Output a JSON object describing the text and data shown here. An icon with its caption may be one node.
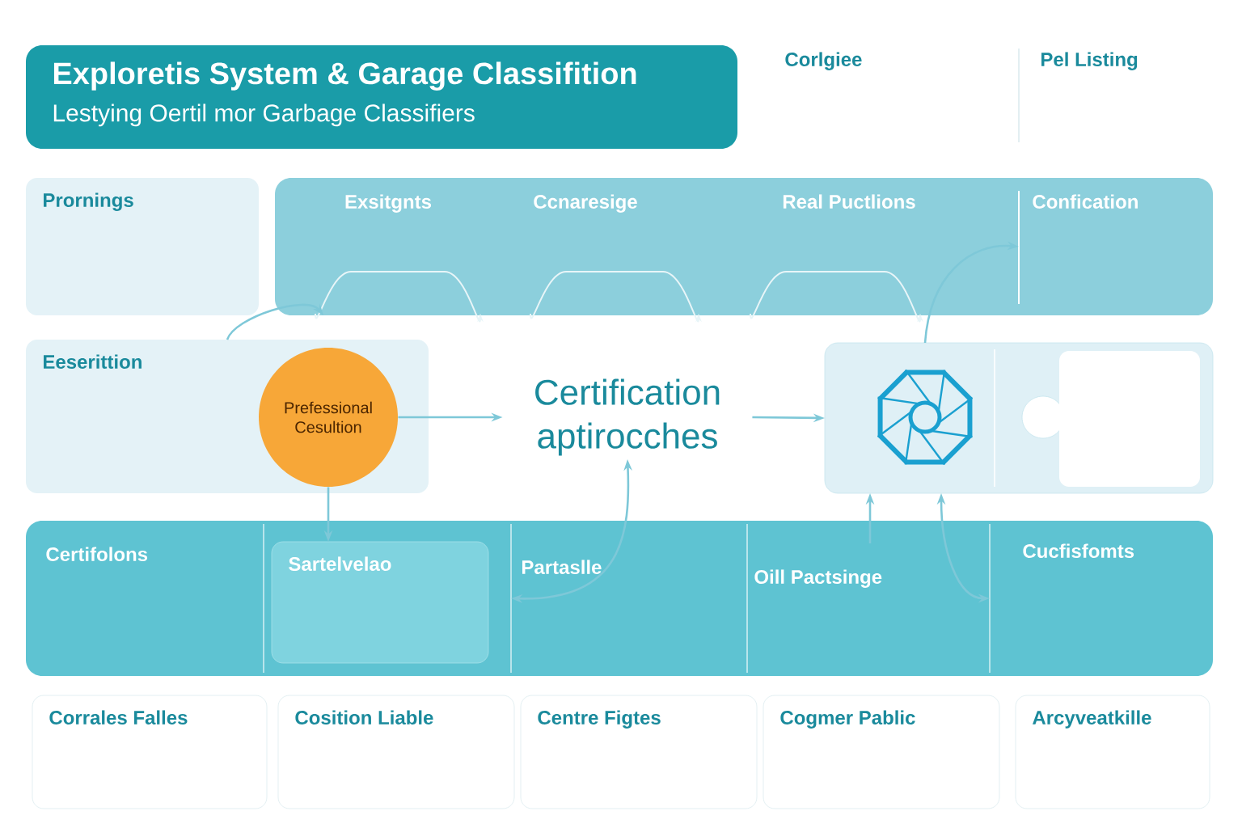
{
  "diagram": {
    "nodes": [
      {
        "text": [
          "Exploretis System & Garage Classifition",
          "Lestying Oertil mor Garbage Classifiers"
        ]
      },
      {
        "text": [
          "Prornings"
        ]
      },
      {
        "text": [],
        "shape": "box"
      },
      {
        "text": [
          "Exsitgnts"
        ],
        "in": 2
      },
      {
        "text": [
          "Ccnaresige"
        ],
        "in": 2
      },
      {
        "text": [
          "Real Puctlions"
        ],
        "in": 2
      },
      {
        "text": [
          "Confication"
        ],
        "in": 2
      },
      {
        "text": [
          "Eeserittion"
        ]
      },
      {
        "text": [
          "Prefessional Cesultion"
        ],
        "in": 7
      },
      {
        "text": [
          "Certification aptirocches"
        ]
      },
      {
        "text": [],
        "shape": "box"
      },
      {
        "text": [],
        "shape": "picture",
        "in": 10
      },
      {
        "text": [],
        "shape": "circle",
        "in": 10
      },
      {
        "text": [],
        "shape": "box",
        "in": 10
      },
      {
        "text": [],
        "shape": "box"
      },
      {
        "text": [
          "Certifolons"
        ],
        "in": 14
      },
      {
        "text": [
          "Sartelvelao"
        ],
        "in": 14
      },
      {
        "text": [
          "Partaslle"
        ],
        "in": 14
      },
      {
        "text": [
          "Oill Pactsinge"
        ],
        "in": 14
      },
      {
        "text": [
          "Cucfisfomts"
        ],
        "in": 14
      },
      {
        "text": [
          "Corrales Falles"
        ]
      },
      {
        "text": [
          "Cosition Liable"
        ]
      },
      {
        "text": [
          "Centre Figtes"
        ]
      },
      {
        "text": [
          "Cogmer Pablic"
        ]
      },
      {
        "text": [
          "Arcyveatkille"
        ]
      }
    ],
    "edges": [
      {
        "from": 7,
        "to": 2,
        "arrow": "to"
      },
      {
        "from": 8,
        "to": 9,
        "arrow": "to"
      },
      {
        "from": 9,
        "to": 10,
        "arrow": "to"
      },
      {
        "from": 10,
        "to": 6,
        "arrow": "to"
      },
      {
        "from": 8,
        "to": 16,
        "arrow": "to"
      },
      {
        "from": 17,
        "to": 9,
        "arrow": "both"
      },
      {
        "from": 18,
        "to": 10,
        "arrow": "to"
      },
      {
        "from": 19,
        "to": 10,
        "arrow": "both"
      }
    ],
    "labels": [
      "Corlgiee",
      "Pel Listing"
    ]
  }
}
